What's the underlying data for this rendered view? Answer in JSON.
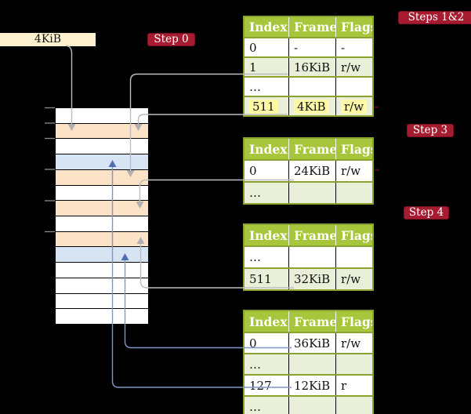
{
  "labels": {
    "page_size_box": "4KiB",
    "step0": "Step 0",
    "steps_1_2": "Steps 1&2",
    "step3": "Step 3",
    "step4": "Step 4"
  },
  "colors": {
    "background": "#000000",
    "badge_bg": "#a51c30",
    "badge_text": "#ffffff",
    "table_header_bg": "#a8c63c",
    "table_border": "#8aa32f",
    "row_shaded_green": "#e9efd8",
    "row_white": "#ffffff",
    "highlight_yellow": "#fdf9a6",
    "memory_page_table_orange": "#fce2c7",
    "memory_mapped_page_blue": "#d7e4f4",
    "size_box_cream": "#fdf1cf",
    "arrow_gray": "#bdbdbd",
    "arrowhead_gray": "#b0b0b0",
    "arrow_blue": "#7e97c5",
    "arrowhead_blue": "#4e70b2",
    "tick_gray": "#8c8c8c",
    "dash_dark_red": "#42090f"
  },
  "table_headers": [
    "Index",
    "Frame",
    "Flags"
  ],
  "tables": [
    {
      "id": "level-top",
      "rows": [
        {
          "index": "0",
          "frame": "-",
          "flags": "-",
          "shaded": false,
          "highlight": false
        },
        {
          "index": "1",
          "frame": "16KiB",
          "flags": "r/w",
          "shaded": true,
          "highlight": false
        },
        {
          "index": "…",
          "frame": "",
          "flags": "",
          "shaded": false,
          "highlight": false
        },
        {
          "index": "511",
          "frame": "4KiB",
          "flags": "r/w",
          "shaded": true,
          "highlight": true
        }
      ]
    },
    {
      "id": "level-step3",
      "rows": [
        {
          "index": "0",
          "frame": "24KiB",
          "flags": "r/w",
          "shaded": false,
          "highlight": false
        },
        {
          "index": "…",
          "frame": "",
          "flags": "",
          "shaded": true,
          "highlight": false
        }
      ]
    },
    {
      "id": "level-step4",
      "rows": [
        {
          "index": "…",
          "frame": "",
          "flags": "",
          "shaded": false,
          "highlight": false
        },
        {
          "index": "511",
          "frame": "32KiB",
          "flags": "r/w",
          "shaded": true,
          "highlight": false
        }
      ]
    },
    {
      "id": "level-last",
      "rows": [
        {
          "index": "0",
          "frame": "36KiB",
          "flags": "r/w",
          "shaded": false,
          "highlight": false
        },
        {
          "index": "…",
          "frame": "",
          "flags": "",
          "shaded": true,
          "highlight": false
        },
        {
          "index": "127",
          "frame": "12KiB",
          "flags": "r",
          "shaded": false,
          "highlight": false
        },
        {
          "index": "…",
          "frame": "",
          "flags": "",
          "shaded": true,
          "highlight": false
        }
      ]
    }
  ],
  "memory": {
    "rows": [
      {
        "type": "free"
      },
      {
        "type": "page-table"
      },
      {
        "type": "free"
      },
      {
        "type": "mapped-page"
      },
      {
        "type": "page-table"
      },
      {
        "type": "free"
      },
      {
        "type": "page-table"
      },
      {
        "type": "free"
      },
      {
        "type": "page-table"
      },
      {
        "type": "mapped-page"
      },
      {
        "type": "free"
      },
      {
        "type": "free"
      },
      {
        "type": "free"
      },
      {
        "type": "free"
      }
    ]
  }
}
